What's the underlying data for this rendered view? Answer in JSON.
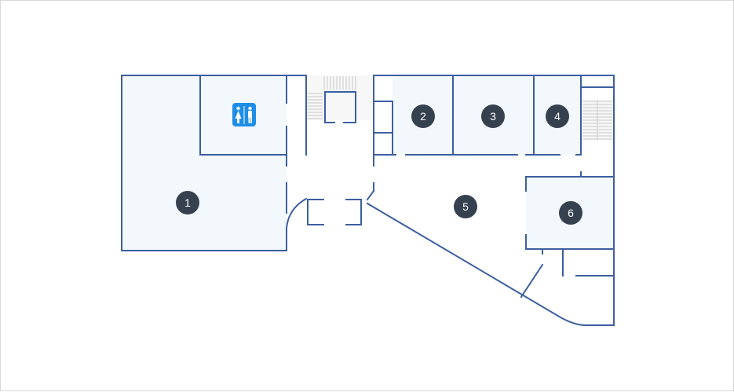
{
  "floor_plan": {
    "colors": {
      "wall": "#3d5fa0",
      "room_fill": "#f3f8fd",
      "marker": "#36414f",
      "marker_text": "#ffffff",
      "restroom_icon": "#1e8ee6",
      "stairs": "#c9c9c9"
    },
    "rooms": [
      {
        "id": "room-1",
        "label": "1"
      },
      {
        "id": "room-2",
        "label": "2"
      },
      {
        "id": "room-3",
        "label": "3"
      },
      {
        "id": "room-4",
        "label": "4"
      },
      {
        "id": "room-5",
        "label": "5"
      },
      {
        "id": "room-6",
        "label": "6"
      }
    ],
    "amenities": [
      {
        "id": "restroom",
        "icon": "restroom-icon"
      }
    ]
  }
}
